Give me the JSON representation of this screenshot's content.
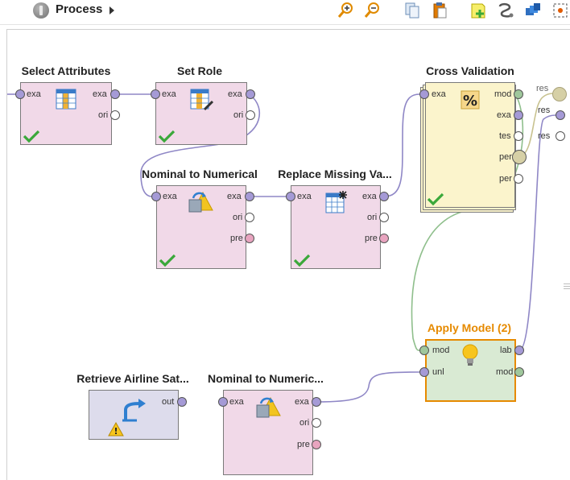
{
  "toolbar": {
    "title": "Process",
    "tools": [
      "zoom-in-icon",
      "zoom-out-icon",
      "copy-icon",
      "paste-icon",
      "add-note-icon",
      "auto-wire-icon",
      "layers-icon",
      "arrange-icon"
    ]
  },
  "colors": {
    "op_fill": "#f1d9e8",
    "cv_fill": "#fbf4cc",
    "apply_fill": "#d9ead3",
    "retrieve_fill": "#dddcec",
    "apply_title": "#e68a00",
    "edge_example": "#8f87c6",
    "edge_model": "#8fbf8c",
    "edge_perf": "#c8c28f",
    "port_example": "#a59ad6",
    "port_original": "#ffffff",
    "port_preproc": "#e8a4bf",
    "port_model": "#9fc79c",
    "port_perf": "#d6d0a6"
  },
  "operators": {
    "select_attributes": {
      "title": "Select Attributes",
      "in": [
        "exa"
      ],
      "out": [
        "exa",
        "ori"
      ]
    },
    "set_role": {
      "title": "Set Role",
      "in": [
        "exa"
      ],
      "out": [
        "exa",
        "ori"
      ]
    },
    "nominal_to_numerical": {
      "title": "Nominal to Numerical",
      "in": [
        "exa"
      ],
      "out": [
        "exa",
        "ori",
        "pre"
      ]
    },
    "replace_missing": {
      "title": "Replace Missing Va...",
      "in": [
        "exa"
      ],
      "out": [
        "exa",
        "ori",
        "pre"
      ]
    },
    "cross_validation": {
      "title": "Cross Validation",
      "in": [
        "exa"
      ],
      "out": [
        "mod",
        "exa",
        "tes",
        "per",
        "per"
      ]
    },
    "apply_model": {
      "title": "Apply Model (2)",
      "in": [
        "mod",
        "unl"
      ],
      "out": [
        "lab",
        "mod"
      ]
    },
    "retrieve": {
      "title": "Retrieve Airline Sat...",
      "out": [
        "out"
      ]
    },
    "nominal_to_numerical_2": {
      "title": "Nominal to Numeric...",
      "in": [
        "exa"
      ],
      "out": [
        "exa",
        "ori",
        "pre"
      ]
    }
  },
  "result_ports": [
    "res",
    "res",
    "res"
  ]
}
